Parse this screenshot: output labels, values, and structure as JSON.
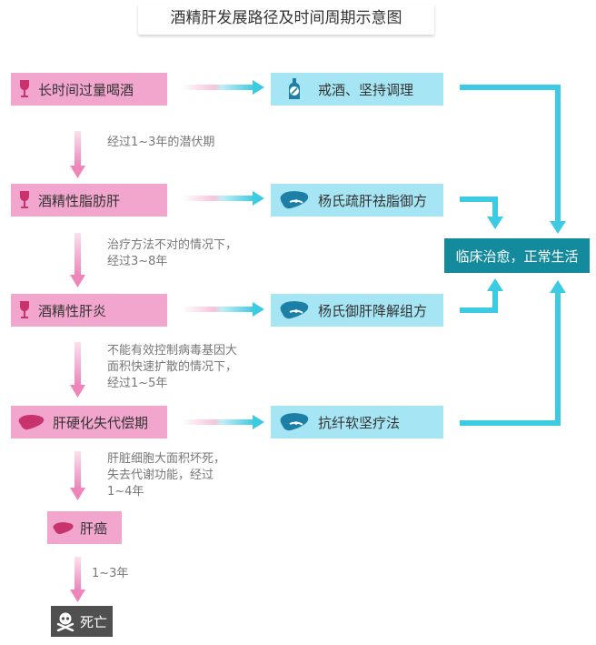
{
  "title": "酒精肝发展路径及时间周期示意图",
  "stages": [
    {
      "label": "长时间过量喝酒",
      "icon": "wine-glass-icon"
    },
    {
      "label": "酒精性脂肪肝",
      "icon": "wine-glass-icon"
    },
    {
      "label": "酒精性肝炎",
      "icon": "wine-glass-icon"
    },
    {
      "label": "肝硬化失代偿期",
      "icon": "liver-icon"
    },
    {
      "label": "肝癌",
      "icon": "liver-icon"
    },
    {
      "label": "死亡",
      "icon": "skull-crossbones-icon"
    }
  ],
  "treatments": [
    {
      "label": "戒酒、坚持调理",
      "icon": "no-bottle-icon"
    },
    {
      "label": "杨氏疏肝祛脂御方",
      "icon": "liver-bandage-icon"
    },
    {
      "label": "杨氏御肝降解组方",
      "icon": "liver-bandage-icon"
    },
    {
      "label": "抗纤软坚疗法",
      "icon": "liver-bandage-icon"
    }
  ],
  "outcome": "临床治愈，正常生活",
  "notes": [
    {
      "lines": [
        "经过1~3年的潜伏期"
      ]
    },
    {
      "lines": [
        "治疗方法不对的情况下，",
        "经过3~8年"
      ]
    },
    {
      "lines": [
        "不能有效控制病毒基因大",
        "面积快速扩散的情况下，",
        "经过1~5年"
      ]
    },
    {
      "lines": [
        "肝脏细胞大面积坏死，",
        "失去代谢功能，经过",
        "1~4年"
      ]
    },
    {
      "lines": [
        "1~3年"
      ]
    }
  ],
  "colors": {
    "pink": "#f3a6cd",
    "cyan": "#a6e6f4",
    "teal": "#148a9d",
    "icon_pink": "#c8336e",
    "icon_blue": "#1d7fa6",
    "dead": "#505050"
  }
}
